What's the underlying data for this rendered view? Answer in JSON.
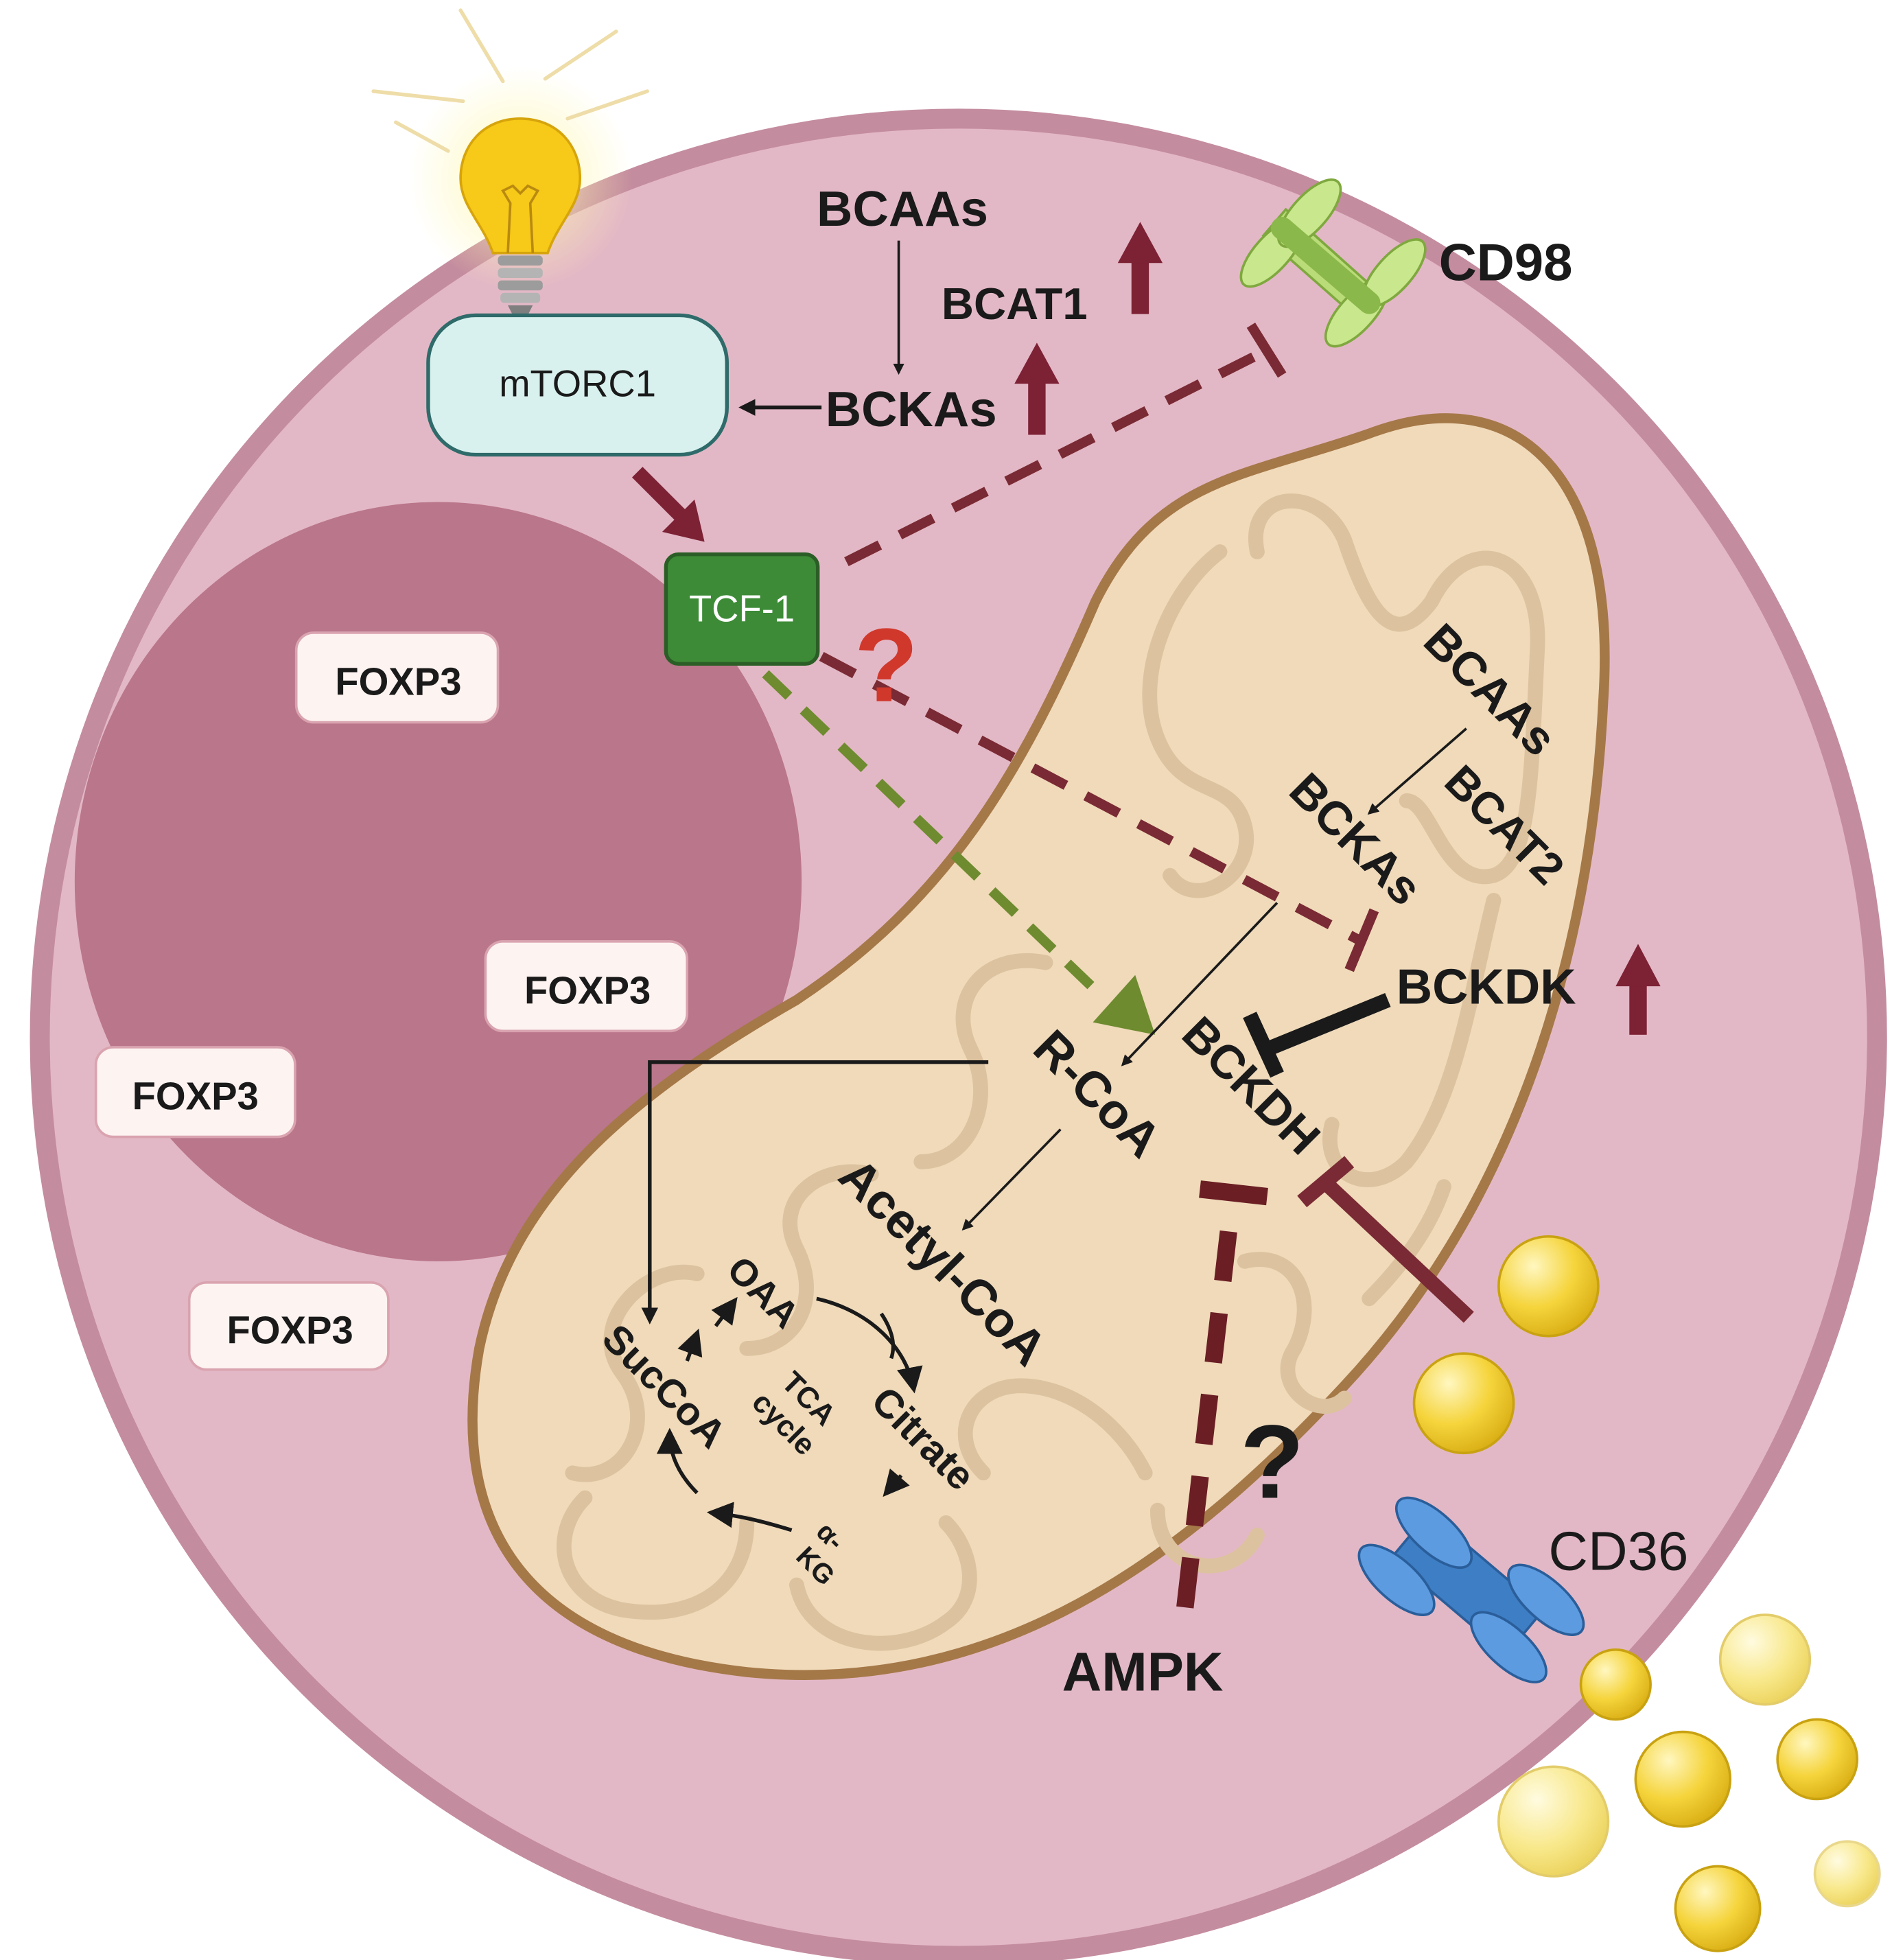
{
  "colors": {
    "cell_fill": "#E3B8C6",
    "cell_border": "#C48C9F",
    "nucleus": "#BA768B",
    "mito_fill": "#F0DABA",
    "mito_border": "#A57848",
    "cristae": "#DCC29E",
    "inhibition_dark_red": "#7A2A34",
    "up_arrow": "#7D2135",
    "tcf1_green_dashed": "#6E8B2F",
    "question_red": "#D0382C",
    "tcf1_box": "#3D8B37",
    "mtorc1_box": "#D9F1EE",
    "cd98_green": "#A5CC5A",
    "cd36_blue": "#4D8FD6",
    "lipid_yellow": "#F5D43C"
  },
  "icons": {
    "bulb": "light-bulb-icon",
    "cd98": "cd98-transporter-icon",
    "cd36": "cd36-transporter-icon",
    "lipid": "lipid-droplet-icon"
  },
  "labels": {
    "mtorc1": "mTORC1",
    "tcf1": "TCF-1",
    "foxp3": [
      "FOXP3",
      "FOXP3",
      "FOXP3",
      "FOXP3"
    ],
    "cyto_bcaas": "BCAAs",
    "bcat1": "BCAT1",
    "cyto_bckas": "BCKAs",
    "cd98": "CD98",
    "cd36": "CD36",
    "mito_bcaas": "BCAAs",
    "bcat2": "BCAT2",
    "mito_bckas": "BCKAs",
    "bckdk": "BCKDK",
    "bckdh": "BCKDH",
    "r_coa": "R-CoA",
    "acetyl_coa": "Acetyl-CoA",
    "oaa": "OAA",
    "succoa": "SucCoA",
    "tca_line1": "TCA",
    "tca_line2": "cycle",
    "citrate": "Citrate",
    "akg_line1": "α-",
    "akg_line2": "KG",
    "ampk": "AMPK",
    "question_red": "?",
    "question_black": "?"
  }
}
